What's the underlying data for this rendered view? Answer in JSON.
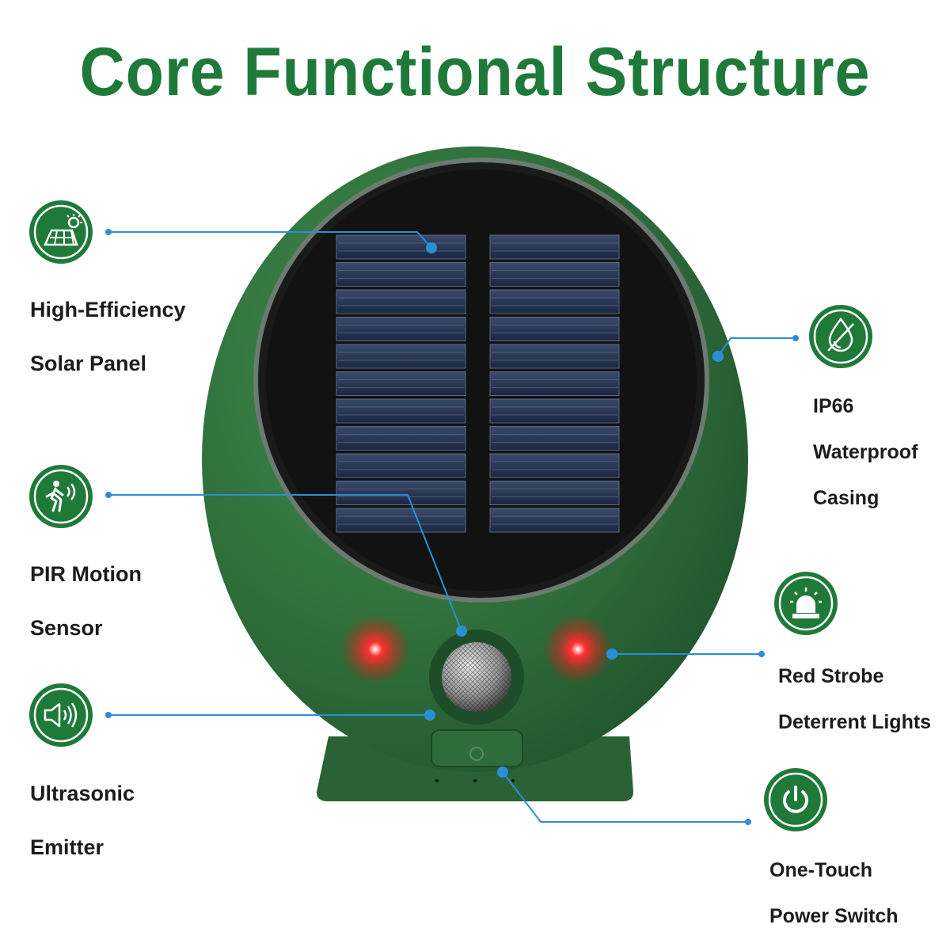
{
  "title": "Core Functional Structure",
  "colors": {
    "brand_green": "#1f7a3a",
    "body_green": "#2f6b3a",
    "leader_blue": "#2a8fd6",
    "strobe_red": "#ff2a2a"
  },
  "features": [
    {
      "id": "solar",
      "icon": "solar-panel-icon",
      "line1": "High-Efficiency",
      "line2": "Solar Panel"
    },
    {
      "id": "pir",
      "icon": "motion-sensor-icon",
      "line1": "PIR Motion",
      "line2": "Sensor"
    },
    {
      "id": "ultra",
      "icon": "speaker-icon",
      "line1": "Ultrasonic",
      "line2": "Emitter"
    },
    {
      "id": "ip66",
      "icon": "water-drop-icon",
      "line1": "IP66",
      "line2": "Waterproof",
      "line3": "Casing"
    },
    {
      "id": "strobe",
      "icon": "strobe-light-icon",
      "line1": "Red Strobe",
      "line2": "Deterrent Lights"
    },
    {
      "id": "power",
      "icon": "power-icon",
      "line1": "One-Touch",
      "line2": "Power Switch"
    }
  ]
}
